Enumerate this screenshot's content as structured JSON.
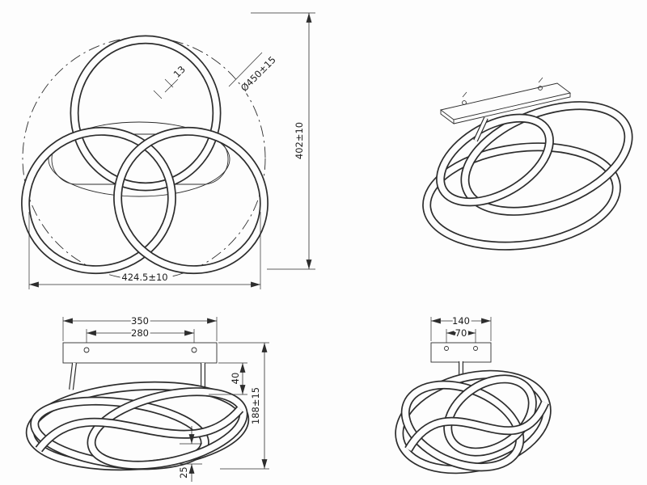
{
  "page": {
    "background": "#fdfdfd",
    "line_color": "#2d2d2d",
    "description_labels": {}
  },
  "top_view": {
    "tube_width": "13",
    "diameter": "Ø450±15",
    "overall_height": "402±10",
    "overall_width": "424.5±10"
  },
  "front_view": {
    "canopy_width": "350",
    "mount_spacing": "280",
    "canopy_offset": "40",
    "fixture_height": "188±15",
    "tube_size": "25"
  },
  "side_view": {
    "canopy_depth": "140",
    "mount_spacing": "70"
  }
}
